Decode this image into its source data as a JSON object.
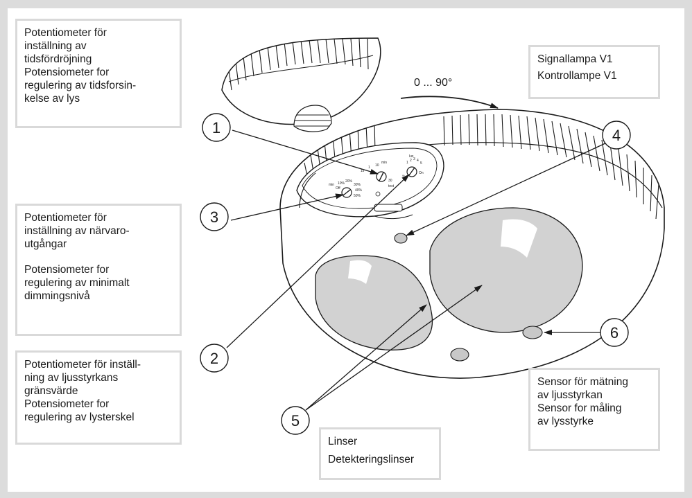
{
  "labels": {
    "timer": {
      "swedish": "Potentiometer för\ninställning av\ntidsfördröjning",
      "norwegian": "Potensiometer for\nregulering av tidsforsin-\nkelse av lys"
    },
    "presence": {
      "swedish": "Potentiometer för\ninställning av närvaro-\nutgångar",
      "norwegian": "Potensiometer for\nregulering av minimalt\ndimmingsnivå"
    },
    "lux": {
      "swedish": "Potentiometer för inställ-\nning av ljusstyrkans\ngränsvärde",
      "norwegian": "Potensiometer for\nregulering av lysterskel"
    },
    "signal": {
      "swedish": "Signallampa V1",
      "norwegian": "Kontrollampe V1"
    },
    "light_sensor": {
      "swedish": "Sensor för mätning\nav ljusstyrkan",
      "norwegian": "Sensor for måling\nav lysstyrke"
    },
    "lenses": {
      "swedish": "Linser",
      "norwegian": "Detekteringslinser"
    }
  },
  "rotation": {
    "text": "0 ... 90°"
  },
  "callouts": [
    "1",
    "2",
    "3",
    "4",
    "5",
    "6"
  ],
  "dials": {
    "time": [
      "1s",
      "1",
      "10",
      "min",
      "30",
      "test"
    ],
    "lux": [
      "On",
      "1",
      "2",
      "3",
      "4",
      "lux",
      "5",
      "∞"
    ],
    "dim": [
      "Off",
      "10%",
      "20%",
      "30%",
      "40%",
      "50%",
      "min"
    ]
  },
  "colors": {
    "frame": "#dcdcdc",
    "box_border": "#d9d9d9",
    "lens": "#d2d2d2",
    "line": "#1a1a1a"
  }
}
